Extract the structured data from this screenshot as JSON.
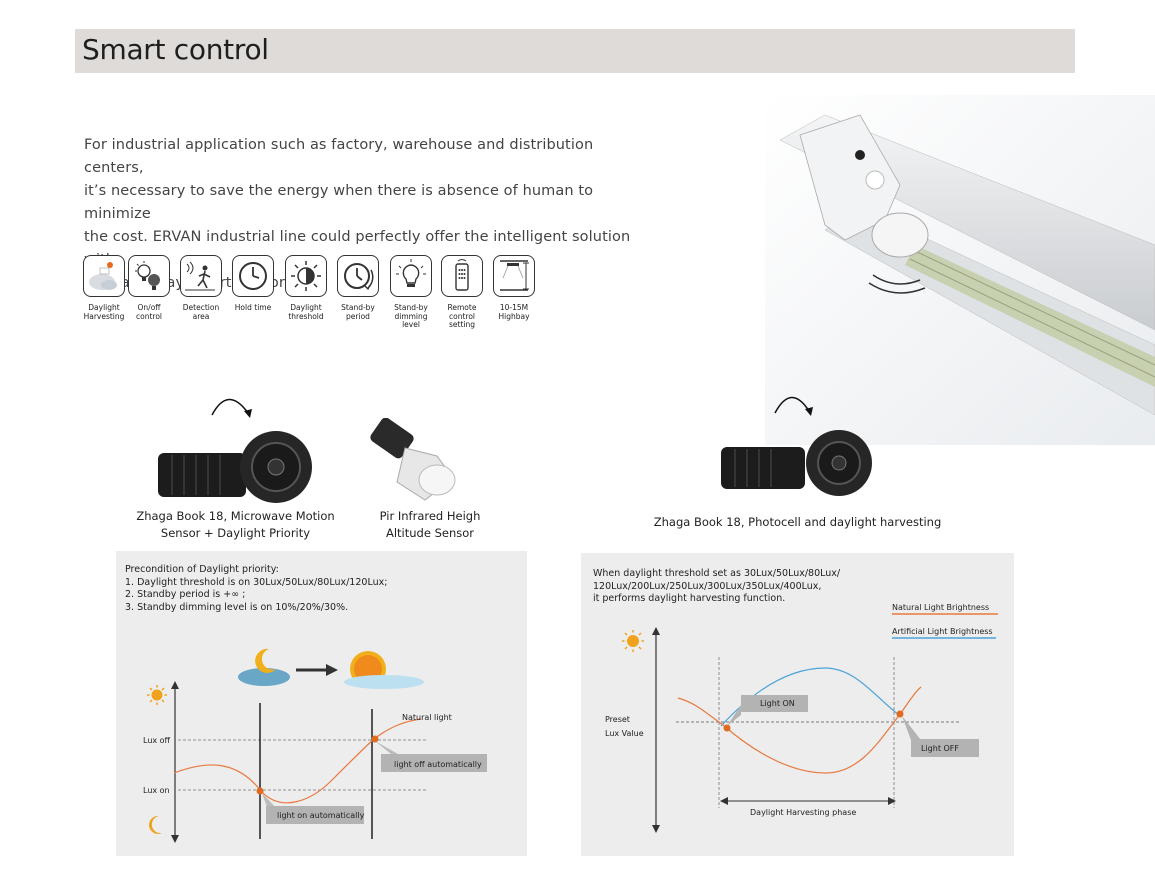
{
  "header": {
    "title": "Smart control"
  },
  "intro": {
    "lines": [
      "For industrial application such as factory, warehouse and distribution centers,",
      "it’s necessary to save the energy when there is absence of human to minimize",
      "the cost. ERVAN industrial line could perfectly offer the intelligent solution with",
      "plug and play smart sensors."
    ]
  },
  "icons": [
    {
      "name": "daylight-harvesting-icon",
      "label": [
        "Daylight",
        "Harvesting"
      ]
    },
    {
      "name": "on-off-control-icon",
      "label": [
        "On/off",
        "control"
      ]
    },
    {
      "name": "detection-area-icon",
      "label": [
        "Detection",
        "area"
      ]
    },
    {
      "name": "hold-time-icon",
      "label": [
        "Hold time"
      ]
    },
    {
      "name": "daylight-threshold-icon",
      "label": [
        "Daylight",
        "threshold"
      ]
    },
    {
      "name": "stand-by-period-icon",
      "label": [
        "Stand-by",
        "period"
      ]
    },
    {
      "name": "stand-by-dimming-level-icon",
      "label": [
        "Stand-by",
        "dimming",
        "level"
      ]
    },
    {
      "name": "remote-control-setting-icon",
      "label": [
        "Remote",
        "control",
        "setting"
      ]
    },
    {
      "name": "highbay-icon",
      "label": [
        "10-15M",
        "Highbay"
      ]
    }
  ],
  "sensors": {
    "microwave": {
      "caption": [
        "Zhaga Book 18, Microwave Motion",
        "Sensor + Daylight Priority"
      ]
    },
    "pir": {
      "caption": [
        "Pir Infrared Heigh",
        "Altitude Sensor"
      ]
    },
    "photocell": {
      "caption": [
        "Zhaga Book 18, Photocell and daylight harvesting"
      ]
    }
  },
  "left_panel": {
    "lines": [
      "Precondition of Daylight priority:",
      "1. Daylight threshold is on 30Lux/50Lux/80Lux/120Lux;",
      "2. Standby period is +∞ ;",
      "3. Standby dimming level is on 10%/20%/30%."
    ],
    "chart": {
      "lux_off": "Lux off",
      "lux_on": "Lux on",
      "natural_light": "Natural light",
      "light_off": "light off automatically",
      "light_on": "light on automatically"
    },
    "colors": {
      "curve": "#e8793f",
      "marker": "#e06a20",
      "bg": "#ededed"
    }
  },
  "right_panel": {
    "lines": [
      "When daylight threshold set as 30Lux/50Lux/80Lux/",
      "120Lux/200Lux/250Lux/300Lux/350Lux/400Lux,",
      "it performs daylight harvesting function."
    ],
    "legend": {
      "natural": "Natural Light Brightness",
      "artificial": "Artificial Light Brightness"
    },
    "chart": {
      "preset_1": "Preset",
      "preset_2": "Lux Value",
      "light_on": "Light ON",
      "light_off": "Light OFF",
      "phase": "Daylight Harvesting phase"
    },
    "colors": {
      "natural": "#e8793f",
      "artificial": "#4aa3d8",
      "marker": "#e06a20"
    }
  }
}
